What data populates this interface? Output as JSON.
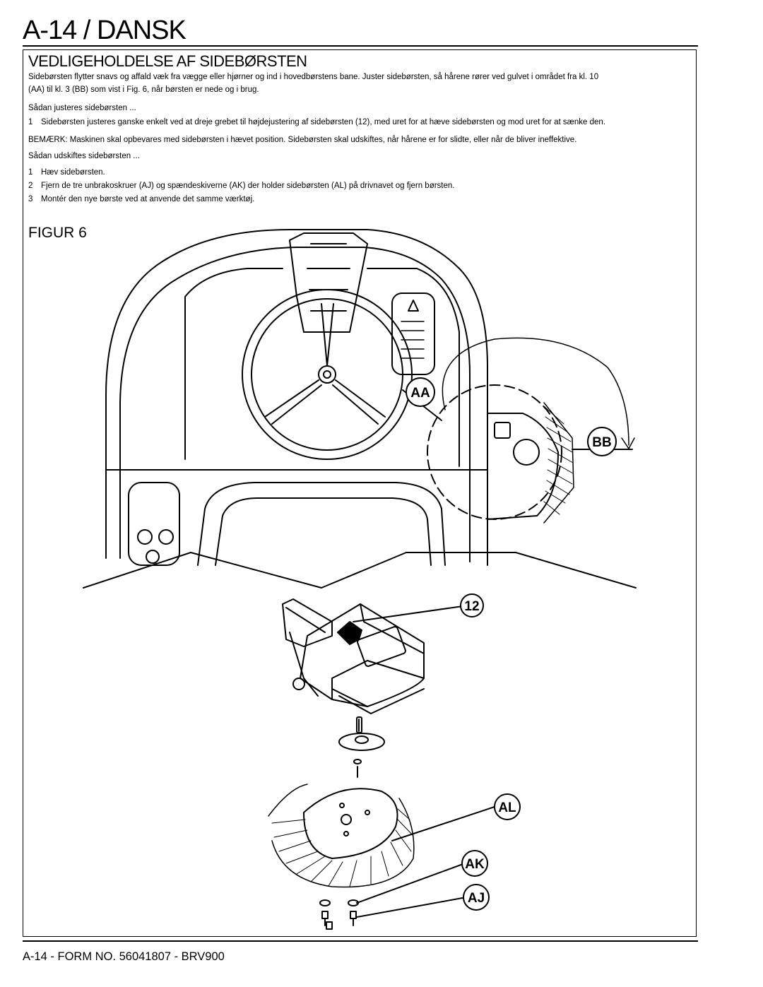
{
  "header": {
    "title": "A-14 / DANSK"
  },
  "section": {
    "title": "VEDLIGEHOLDELSE AF SIDEBØRSTEN"
  },
  "intro": {
    "line1": "Sidebørsten flytter snavs og affald væk fra vægge eller hjørner og ind i hovedbørstens bane. Juster sidebørsten, så hårene rører ved gulvet i området fra kl. 10",
    "line2": "(AA) til kl. 3 (BB) som vist i Fig. 6, når børsten er nede og i brug."
  },
  "adjust": {
    "heading": "Sådan justeres sidebørsten ...",
    "steps": [
      {
        "num": "1",
        "text": "Sidebørsten justeres ganske enkelt ved at dreje grebet til højdejustering af sidebørsten (12), med uret for at hæve sidebørsten og mod uret for at sænke den."
      }
    ]
  },
  "note": {
    "text": "BEMÆRK: Maskinen skal opbevares med sidebørsten i hævet position. Sidebørsten skal udskiftes, når hårene er for slidte, eller når de bliver ineffektive."
  },
  "replace": {
    "heading": "Sådan udskiftes sidebørsten ...",
    "steps": [
      {
        "num": "1",
        "text": "Hæv sidebørsten."
      },
      {
        "num": "2",
        "text": "Fjern de tre unbrakoskruer (AJ) og spændeskiverne (AK) der holder sidebørsten (AL) på drivnavet og fjern børsten."
      },
      {
        "num": "3",
        "text": "Montér den nye børste ved at anvende det samme værktøj."
      }
    ]
  },
  "figure": {
    "title": "FIGUR 6",
    "callouts": {
      "aa": "AA",
      "bb": "BB",
      "twelve": "12",
      "al": "AL",
      "ak": "AK",
      "aj": "AJ"
    }
  },
  "footer": {
    "text": "A-14 - FORM NO. 56041807 - BRV900"
  }
}
